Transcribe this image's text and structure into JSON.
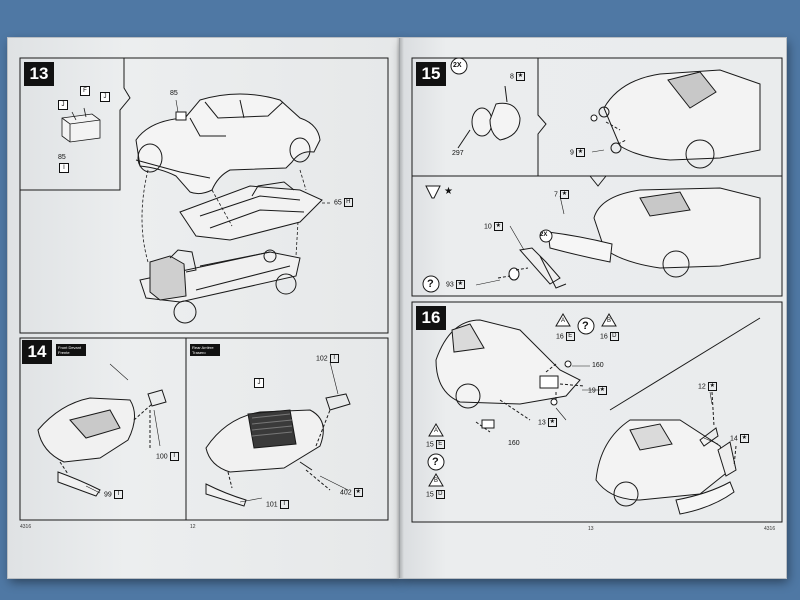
{
  "pages": {
    "left": {
      "code": "4316",
      "number": "12"
    },
    "right": {
      "number": "13",
      "code": "4316"
    }
  },
  "steps": {
    "s13": {
      "badge": "13",
      "inset_labels": {
        "f": "F",
        "j1": "J",
        "j2": "J",
        "i": "I",
        "part": "85"
      },
      "body_part": "85",
      "floor_part": "65",
      "floor_tag": "H"
    },
    "s14": {
      "badge": "14",
      "front_caption": "Front Devant Frente",
      "rear_caption": "Rear Arrière Trasero",
      "front_left_part": "99",
      "front_left_tag": "I",
      "front_right_part": "100",
      "front_right_tag": "I",
      "rear_top_part": "102",
      "rear_top_tag": "I",
      "rear_left_part": "101",
      "rear_left_tag": "I",
      "rear_right_part": "402",
      "rear_right_tag": "★",
      "rear_tank_tag": "J"
    },
    "s15": {
      "badge": "15",
      "multiplier": "2X",
      "lens_part": "8",
      "lens_tag": "★",
      "bezel_part": "297",
      "parking_part": "9",
      "parking_tag": "★",
      "bumper_part": "7",
      "bumper_tag": "★",
      "guard_part": "10",
      "guard_tag": "★",
      "guard_mult": "2X",
      "question_part": "93",
      "question_tag": "★",
      "glue_symbol": "★"
    },
    "s16": {
      "badge": "16",
      "opt_a": "A",
      "opt_b": "B",
      "part16": "16",
      "tag_e": "E",
      "tag_d": "D",
      "light_part": "160",
      "plate_part": "19",
      "plate_tag": "★",
      "screw_part": "13",
      "screw_tag": "★",
      "bl_a": "A",
      "bl_part15": "15",
      "bl_tag_e": "E",
      "bl_light": "160",
      "bl_b": "B",
      "bl_part15b": "15",
      "bl_tag_d": "D",
      "bumper_part": "14",
      "bumper_tag": "★",
      "guard_part": "12",
      "guard_tag": "★",
      "q": "?"
    }
  }
}
